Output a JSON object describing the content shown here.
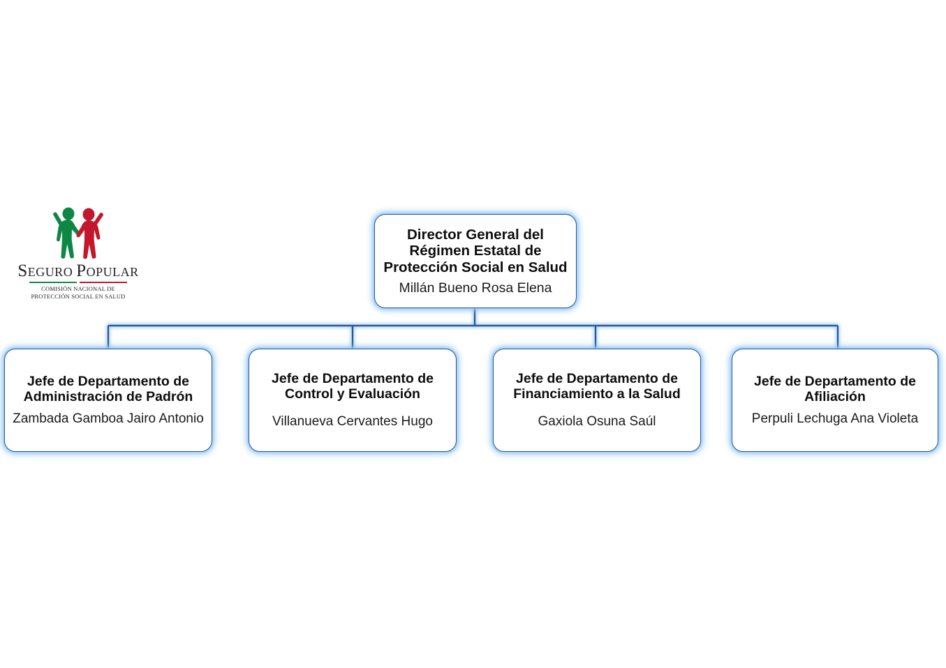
{
  "chart_data": {
    "type": "diagram",
    "diagram_type": "organizational-chart",
    "title": "",
    "orientation": "top-down",
    "levels": 2,
    "nodes": [
      {
        "id": "root",
        "level": 0,
        "title": "Director General del Régimen Estatal de Protección Social en Salud",
        "person": "Millán Bueno Rosa Elena",
        "parent": null
      },
      {
        "id": "padron",
        "level": 1,
        "title": "Jefe de Departamento de Administración de Padrón",
        "person": "Zambada Gamboa Jairo Antonio",
        "parent": "root"
      },
      {
        "id": "control",
        "level": 1,
        "title": "Jefe de Departamento de Control y Evaluación",
        "person": "Villanueva Cervantes Hugo",
        "parent": "root"
      },
      {
        "id": "financiamiento",
        "level": 1,
        "title": "Jefe de Departamento de Financiamiento a la Salud",
        "person": "Gaxiola Osuna Saúl",
        "parent": "root"
      },
      {
        "id": "afiliacion",
        "level": 1,
        "title": "Jefe de Departamento de Afiliación",
        "person": "Perpuli Lechuga Ana Violeta",
        "parent": "root"
      }
    ]
  },
  "logo": {
    "wordmark_first": "S",
    "wordmark_rest_1": "EGURO ",
    "wordmark_cap_2": "P",
    "wordmark_rest_2": "OPULAR",
    "wordmark_full": "SEGURO POPULAR",
    "subtitle_line1": "COMISIÓN NACIONAL DE",
    "subtitle_line2": "PROTECCIÓN SOCIAL EN SALUD",
    "figure_left_color": "#0e8744",
    "figure_right_color": "#c2182c"
  },
  "root": {
    "title_line1": "Director General del",
    "title_line2": "Régimen Estatal de",
    "title_line3": "Protección Social en Salud",
    "title": "Director General del Régimen Estatal de Protección Social en Salud",
    "person": "Millán Bueno Rosa Elena"
  },
  "children": [
    {
      "title": "Jefe de Departamento de Administración de Padrón",
      "person": "Zambada Gamboa Jairo Antonio"
    },
    {
      "title": "Jefe de Departamento de Control y Evaluación",
      "person": "Villanueva Cervantes Hugo"
    },
    {
      "title": "Jefe de Departamento de Financiamiento a la Salud",
      "person": "Gaxiola Osuna Saúl"
    },
    {
      "title": "Jefe de Departamento de Afiliación",
      "person": "Perpuli Lechuga Ana Violeta"
    }
  ],
  "colors": {
    "node_border": "#2b5797",
    "node_glow": "#8cc4f5",
    "connector": "#2b5797",
    "background": "#ffffff",
    "text": "#0d0d0d"
  }
}
